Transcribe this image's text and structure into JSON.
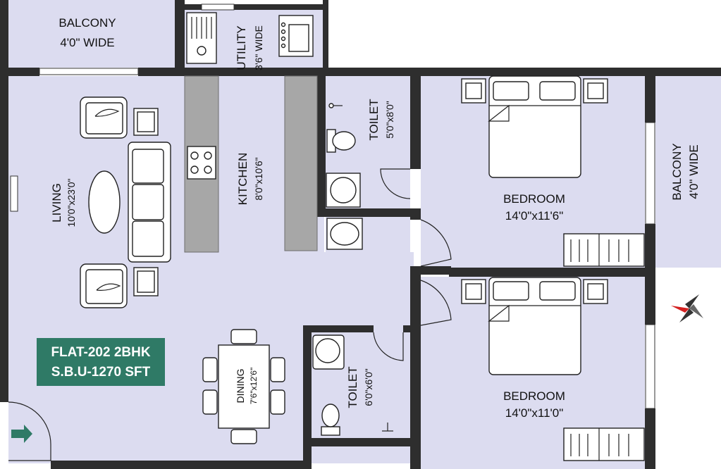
{
  "flat_tag": {
    "line1": "FLAT-202  2BHK",
    "line2": "S.B.U-1270 SFT",
    "color": "#2f7a66"
  },
  "rooms": {
    "balcony_top": {
      "name": "BALCONY",
      "size": "4'0\" WIDE"
    },
    "utility": {
      "name": "UTILITY",
      "size": "3'6\" WIDE"
    },
    "living": {
      "name": "LIVING",
      "size": "10'0\"x23'0\""
    },
    "kitchen": {
      "name": "KITCHEN",
      "size": "8'0\"x10'6\""
    },
    "toilet_top": {
      "name": "TOILET",
      "size": "5'0\"x8'0\""
    },
    "bedroom_top": {
      "name": "BEDROOM",
      "size": "14'0\"x11'6\""
    },
    "balcony_right": {
      "name": "BALCONY",
      "size": "4'0\" WIDE"
    },
    "dining": {
      "name": "DINING",
      "size": "7'6\"x12'6\""
    },
    "toilet_bottom": {
      "name": "TOILET",
      "size": "6'0\"x6'0\""
    },
    "bedroom_bottom": {
      "name": "BEDROOM",
      "size": "14'0\"x11'0\""
    }
  },
  "icons": [
    "compass-icon",
    "entry-arrow-icon"
  ],
  "colors": {
    "floor": "#dcdcf0",
    "wall": "#2e2e2e",
    "counter": "#a7a7a7",
    "compass_north": "#d42020"
  }
}
